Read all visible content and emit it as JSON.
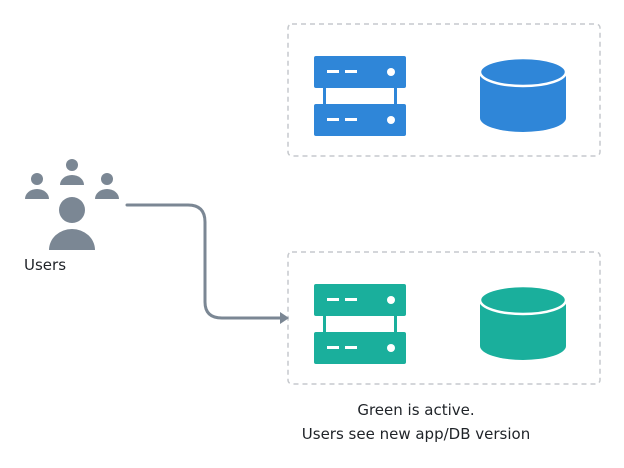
{
  "users": {
    "label": "Users",
    "icon": "users-group-icon",
    "color": "#7b8794"
  },
  "blue_environment": {
    "server_icon": "server-icon",
    "database_icon": "database-icon",
    "color": "#2f86d8",
    "active": false
  },
  "green_environment": {
    "server_icon": "server-icon",
    "database_icon": "database-icon",
    "color": "#1aaf9c",
    "active": true
  },
  "caption": {
    "line1": "Green is active.",
    "line2": "Users see new app/DB version"
  },
  "colors": {
    "connector": "#7b8794",
    "border": "#c6c9cd",
    "text": "#1f2328"
  }
}
